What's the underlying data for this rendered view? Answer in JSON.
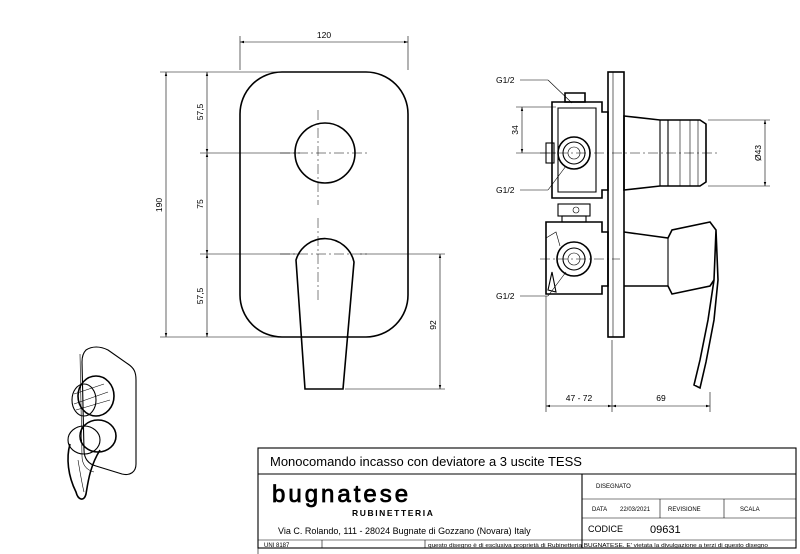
{
  "dimensions": {
    "width_total": "120",
    "height_total": "190",
    "top_offset": "57,5",
    "mid_spacing": "75",
    "bottom_offset": "57,5",
    "lever_drop": "92",
    "thread_top": "G1/2",
    "port_spacing": "34",
    "thread_mid": "G1/2",
    "thread_bottom": "G1/2",
    "diameter": "Ø43",
    "depth_range": "47 - 72",
    "handle_depth": "69"
  },
  "title_block": {
    "title": "Monocomando incasso con deviatore a 3 uscite TESS",
    "brand": "bugnatese",
    "brand_sub": "RUBINETTERIA",
    "address": "Via C. Rolando, 111 - 28024 Bugnate di Gozzano (Novara) Italy",
    "disegnato_label": "DISEGNATO",
    "data_label": "DATA",
    "data_value": "22/03/2021",
    "revisione_label": "REVISIONE",
    "scala_label": "SCALA",
    "codice_label": "CODICE",
    "codice_value": "09631",
    "standard": "UNI 8187",
    "notice": "questo disegno è di esclusiva proprietà di Rubinetteria BUGNATESE. E' vietata la divulgazione a terzi di questo disegno"
  }
}
